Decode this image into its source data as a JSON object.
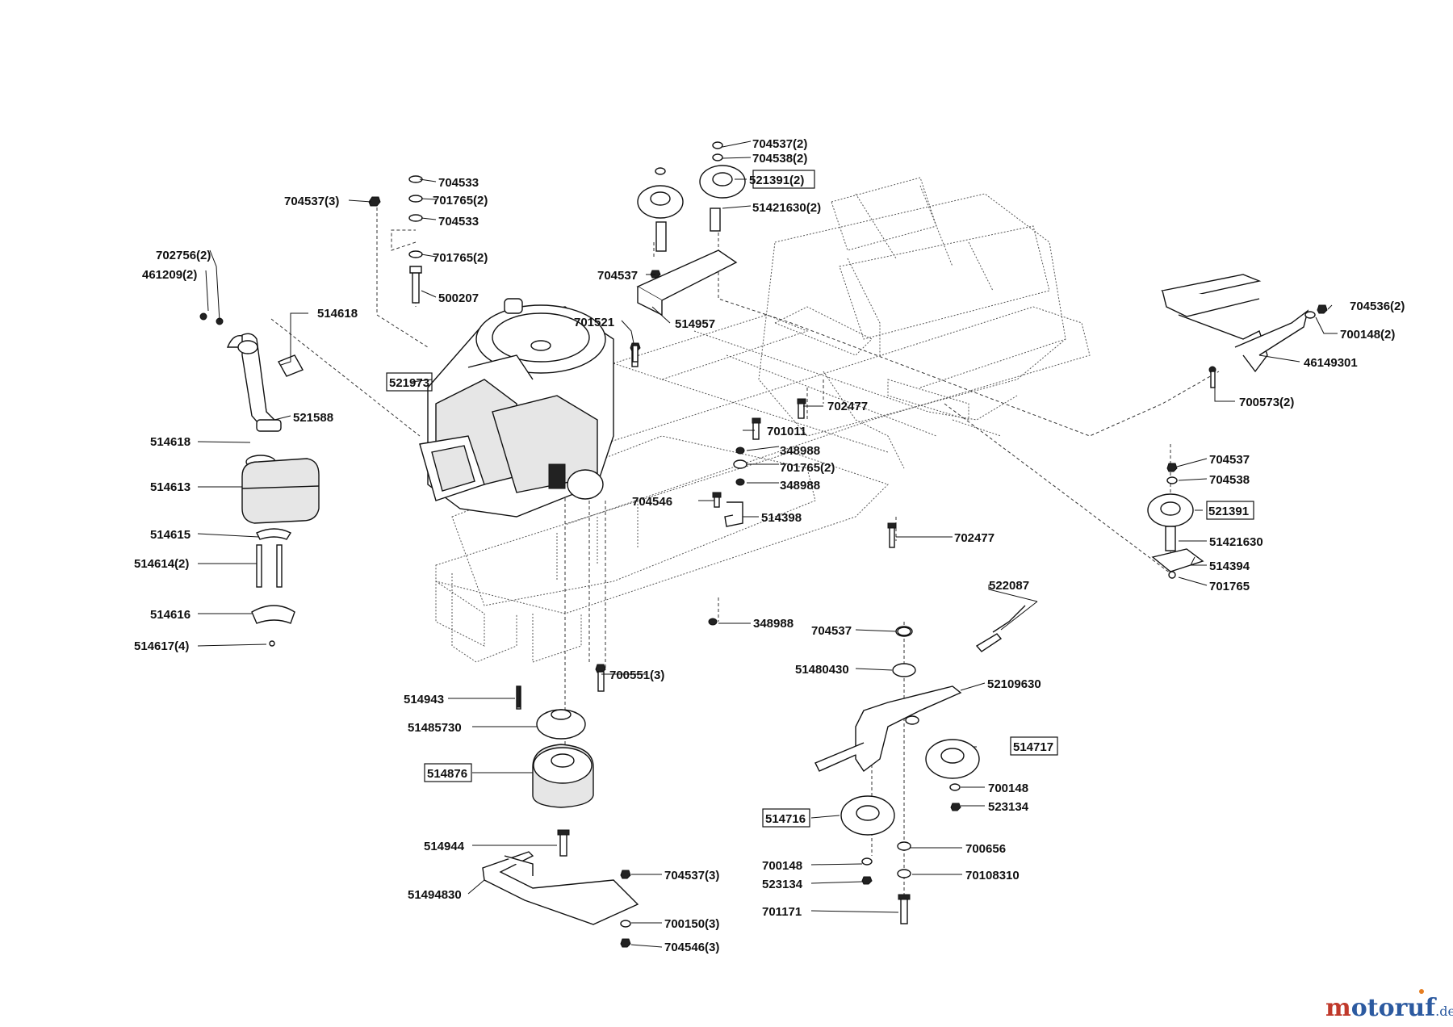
{
  "brand": {
    "name": "motoruf",
    "tld": ".de",
    "colors": {
      "m": "#c0392b",
      "rest": "#2c5aa0",
      "dot": "#e67e22"
    }
  },
  "parts": {
    "p_704537_2_top": "704537(2)",
    "p_704538_2": "704538(2)",
    "p_521391_2": "521391(2)",
    "p_51421630_2": "51421630(2)",
    "p_704533_a": "704533",
    "p_701765_2_a": "701765(2)",
    "p_704533_b": "704533",
    "p_704537_3_top": "704537(3)",
    "p_701765_2_b": "701765(2)",
    "p_702756_2": "702756(2)",
    "p_461209_2": "461209(2)",
    "p_500207": "500207",
    "p_704537_bracket": "704537",
    "p_514957": "514957",
    "p_514618_top": "514618",
    "p_701521": "701521",
    "p_521973": "521973",
    "p_702477_a": "702477",
    "p_521588": "521588",
    "p_514618_mid": "514618",
    "p_701011": "701011",
    "p_348988_a": "348988",
    "p_701765_2_c": "701765(2)",
    "p_348988_b": "348988",
    "p_514613": "514613",
    "p_704546": "704546",
    "p_514398": "514398",
    "p_514615": "514615",
    "p_702477_b": "702477",
    "p_514614_2": "514614(2)",
    "p_514616": "514616",
    "p_514617_4": "514617(4)",
    "p_704536_2": "704536(2)",
    "p_700148_2": "700148(2)",
    "p_46149301": "46149301",
    "p_700573_2": "700573(2)",
    "p_704537_r": "704537",
    "p_704538_r": "704538",
    "p_521391_r": "521391",
    "p_51421630_r": "51421630",
    "p_514394": "514394",
    "p_701765_r": "701765",
    "p_522087": "522087",
    "p_348988_c": "348988",
    "p_704537_c": "704537",
    "p_51480430": "51480430",
    "p_52109630": "52109630",
    "p_700551_3": "700551(3)",
    "p_514943": "514943",
    "p_51485730": "51485730",
    "p_514876": "514876",
    "p_514717": "514717",
    "p_700148_c": "700148",
    "p_523134_a": "523134",
    "p_514716": "514716",
    "p_514944": "514944",
    "p_700656": "700656",
    "p_704537_3_bot": "704537(3)",
    "p_700148_d": "700148",
    "p_70108310": "70108310",
    "p_51494830": "51494830",
    "p_523134_b": "523134",
    "p_700150_3": "700150(3)",
    "p_701171": "701171",
    "p_704546_3": "704546(3)"
  }
}
